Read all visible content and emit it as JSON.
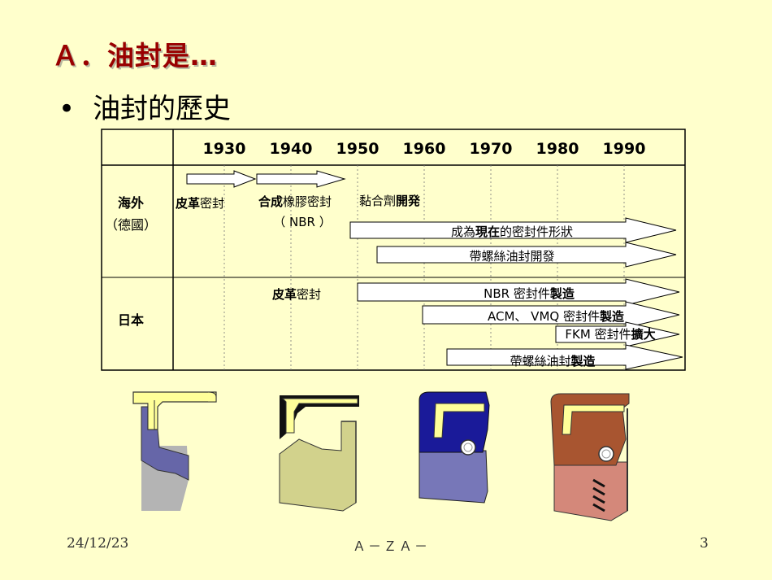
{
  "slide": {
    "title": "Ａ．油封是…",
    "bullet": "油封的歷史"
  },
  "timeline": {
    "years": [
      "1930",
      "1940",
      "1950",
      "1960",
      "1970",
      "1980",
      "1990"
    ],
    "rows": {
      "overseas": {
        "line1": "海外",
        "line2": "（德國）"
      },
      "japan": {
        "label": "日本"
      }
    },
    "overseas_items": {
      "leather_a": "皮革",
      "leather_b": "密封",
      "rubber_a": "合成",
      "rubber_b": "橡膠密封",
      "nbr": "（ NBR ）",
      "adhesive_a": "黏合劑",
      "adhesive_b": "開発",
      "current_a": "成為",
      "current_b": "現在",
      "current_c": "的密封件形狀",
      "spiral": "帶螺絲油封開發"
    },
    "japan_items": {
      "leather_a": "皮革",
      "leather_b": "密封",
      "nbr_a": "NBR 密封件",
      "nbr_b": "製造",
      "acm_a": "ACM、 VMQ 密封件",
      "acm_b": "製造",
      "fkm_a": "FKM 密封件",
      "fkm_b": "擴大",
      "spiral_a": "帶螺絲油封",
      "spiral_b": "製造"
    }
  },
  "seal_images": [
    "leather-seal-icon",
    "rubber-seal-icon",
    "bonded-seal-icon",
    "modern-spiral-seal-icon"
  ],
  "colors": {
    "background": "#FFFFCC",
    "title": "#990000",
    "seal_purple": "#6666A8",
    "seal_navy": "#1A1A99",
    "seal_rust": "#A85530",
    "seal_yellow": "#FFFF99"
  },
  "footer": {
    "date": "24/12/23",
    "center": "Ａ－ＺＡ－",
    "page": "3"
  }
}
